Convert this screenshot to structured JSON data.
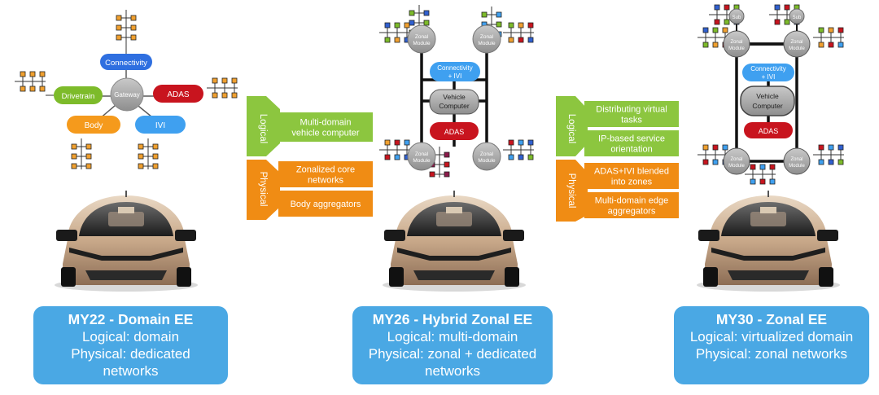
{
  "colors": {
    "connectivity": "#2f6fe0",
    "drivetrain": "#7dbb2a",
    "adas": "#c8141e",
    "body": "#f59a1c",
    "ivi": "#3fa0f0",
    "gateway": "#a6a6a6",
    "logical_green": "#8cc63f",
    "physical_orange": "#f08c14",
    "caption_blue": "#4aa8e4",
    "node_orange": "#f0a030"
  },
  "domain_ee": {
    "connectivity": "Connectivity",
    "gateway": "Gateway",
    "drivetrain": "Drivetrain",
    "adas": "ADAS",
    "body": "Body",
    "ivi": "IVI"
  },
  "hybrid_ee": {
    "zonal_module": [
      "Zonal",
      "Module"
    ],
    "connectivity_ivi": [
      "Connectivity",
      "+ IVI"
    ],
    "vehicle_computer": [
      "Vehicle",
      "Computer"
    ],
    "adas": "ADAS"
  },
  "zonal_ee": {
    "sub": "Sub",
    "zonal_module": [
      "Zonal",
      "Module"
    ],
    "connectivity_ivi": [
      "Connectivity",
      "+ IVI"
    ],
    "vehicle_computer": [
      "Vehicle",
      "Computer"
    ],
    "adas": "ADAS"
  },
  "transition1": {
    "logical_label": "Logical",
    "physical_label": "Physical",
    "logical_items": [
      [
        "Multi-domain",
        "vehicle computer"
      ]
    ],
    "physical_items": [
      [
        "Zonalized core",
        "networks"
      ],
      [
        "Body aggregators"
      ]
    ]
  },
  "transition2": {
    "logical_label": "Logical",
    "physical_label": "Physical",
    "logical_items": [
      [
        "Distributing virtual",
        "tasks"
      ],
      [
        "IP-based service",
        "orientation"
      ]
    ],
    "physical_items": [
      [
        "ADAS+IVI blended",
        "into zones"
      ],
      [
        "Multi-domain edge",
        "aggregators"
      ]
    ]
  },
  "captions": [
    {
      "title": "MY22 - Domain EE",
      "lines": [
        "Logical: domain",
        "Physical: dedicated",
        "networks"
      ]
    },
    {
      "title": "MY26 - Hybrid Zonal EE",
      "lines": [
        "Logical: multi-domain",
        "Physical: zonal + dedicated",
        "networks"
      ]
    },
    {
      "title": "MY30 - Zonal EE",
      "lines": [
        "Logical: virtualized domain",
        "Physical: zonal networks"
      ]
    }
  ]
}
